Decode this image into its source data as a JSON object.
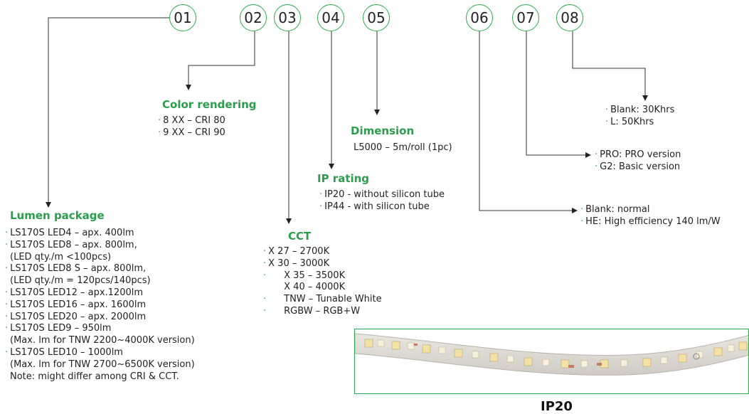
{
  "badges": [
    "01",
    "02",
    "03",
    "04",
    "05",
    "06",
    "07",
    "08"
  ],
  "lumen": {
    "title": "Lumen package",
    "items": [
      "LS170S LED4 – apx. 400lm",
      "LS170S LED8 – apx. 800lm,",
      "(LED qty./m <100pcs)",
      "LS170S LED8 S – apx. 800lm,",
      "(LED qty./m = 120pcs/140pcs)",
      "LS170S LED12 – apx.1200lm",
      "LS170S LED16 – apx. 1600lm",
      "LS170S LED20 – apx. 2000lm",
      "LS170S LED9 – 950lm",
      "(Max. lm for TNW 2200~4000K version)",
      "LS170S LED10 – 1000lm",
      "(Max. lm for TNW 2700~6500K version)",
      "Note: might differ among CRI & CCT."
    ]
  },
  "color": {
    "title": "Color rendering",
    "items": [
      "8 XX – CRI 80",
      "9 XX – CRI 90"
    ]
  },
  "cct": {
    "title": "CCT",
    "items": [
      "X 27 – 2700K",
      "X 30 – 3000K",
      "X 35 – 3500K",
      "X 40 – 4000K",
      "TNW – Tunable White",
      "RGBW – RGB+W"
    ]
  },
  "ip": {
    "title": "IP rating",
    "items": [
      "IP20 -  without silicon tube",
      "IP44  - with silicon tube"
    ]
  },
  "dimension": {
    "title": "Dimension",
    "value": "L5000 – 5m/roll (1pc)"
  },
  "efficiency": {
    "items": [
      "Blank: normal",
      "HE: High efficiency 140 lm/W"
    ]
  },
  "version": {
    "items": [
      "PRO: PRO version",
      "G2: Basic version"
    ]
  },
  "lifetime": {
    "items": [
      "Blank: 30Khrs",
      "L: 50Khrs"
    ]
  },
  "photo": {
    "caption": "IP20"
  },
  "colors": {
    "accent": "#2daa4f",
    "heading": "#2a9e4a"
  }
}
